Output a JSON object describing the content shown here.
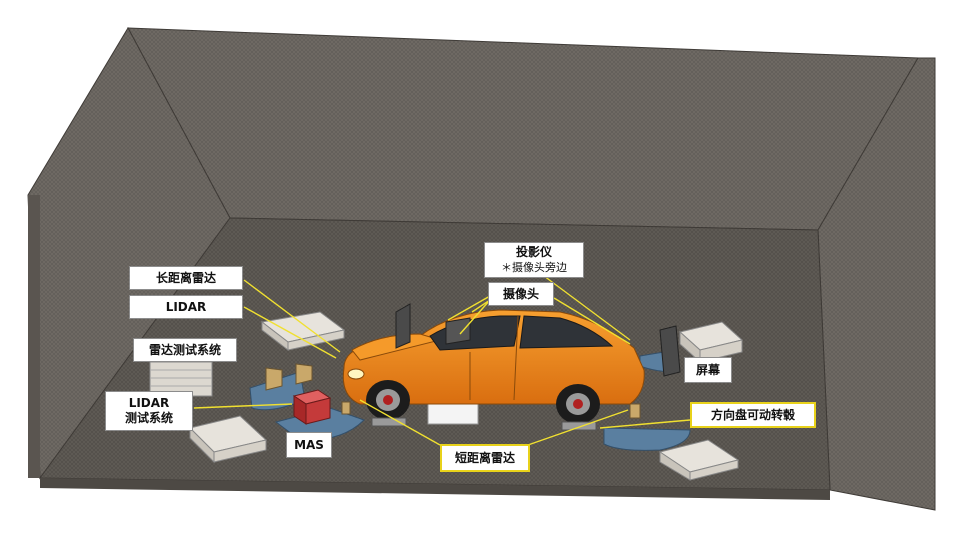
{
  "labels": {
    "long_range_radar": "长距离雷达",
    "lidar": "LIDAR",
    "radar_test_system": "雷达测试系统",
    "lidar_test_system_line1": "LIDAR",
    "lidar_test_system_line2": "测试系统",
    "mas": "MAS",
    "projector": "投影仪",
    "projector_note": "＊摄像头旁边",
    "camera": "摄像头",
    "screen": "屏幕",
    "steering_rotatable": "方向盘可动转毂",
    "short_range_radar": "短距离雷达"
  },
  "colors": {
    "room_wall": "#6b6660",
    "room_floor": "#5b5751",
    "car_body": "#f28a1a",
    "callout_line": "#f0e030",
    "absorber_blue": "#5a7fa0",
    "test_box_red": "#c43a3a"
  }
}
